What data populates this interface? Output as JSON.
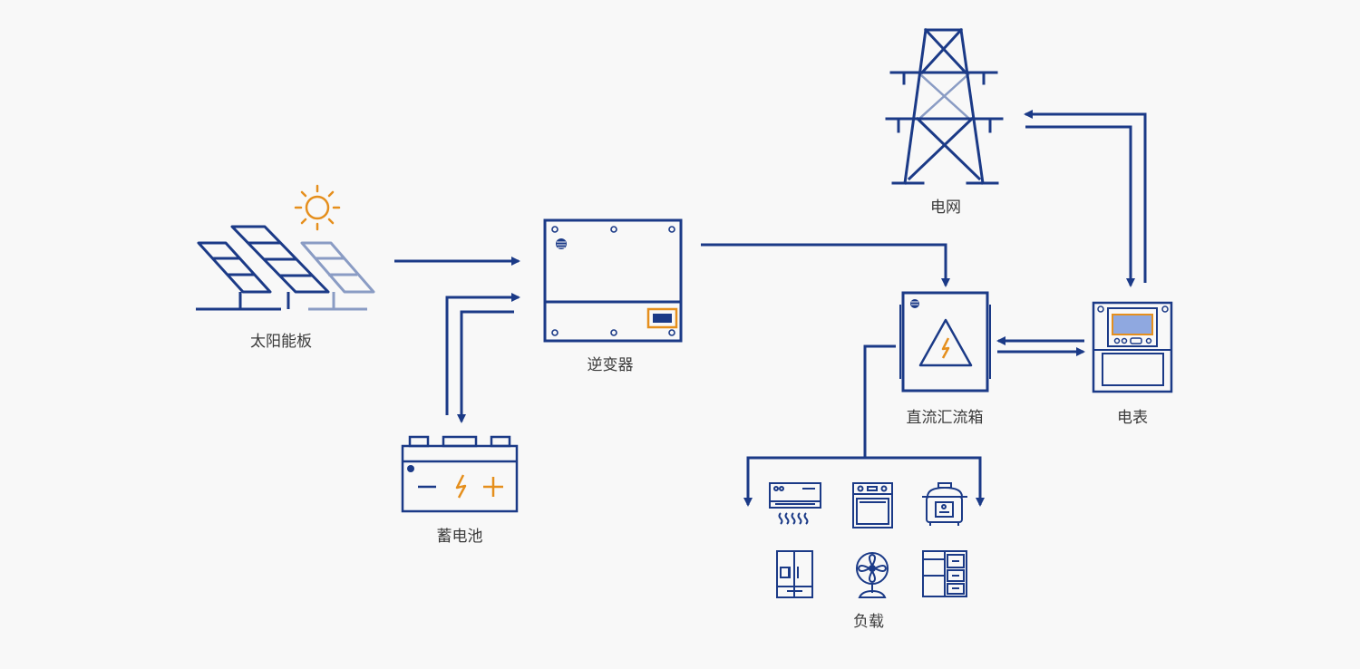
{
  "labels": {
    "solar_panel": "太阳能板",
    "inverter": "逆变器",
    "battery": "蓄电池",
    "grid": "电网",
    "dc_combiner_box": "直流汇流箱",
    "meter": "电表",
    "load": "负载"
  },
  "colors": {
    "primary": "#1b3a87",
    "light": "#8a9cc4",
    "accent": "#e58f1d",
    "screen": "#8fa8e0",
    "background": "#f8f8f8"
  },
  "icons": {
    "sun": "sun-icon",
    "solar_panel": "solar-panel-icon",
    "inverter": "inverter-icon",
    "battery": "battery-icon",
    "grid": "power-tower-icon",
    "dc_combiner_box": "high-voltage-box-icon",
    "meter": "electric-meter-icon",
    "loads": [
      "air-conditioner-icon",
      "oven-icon",
      "rice-cooker-icon",
      "refrigerator-icon",
      "fan-icon",
      "cabinet-icon"
    ]
  }
}
